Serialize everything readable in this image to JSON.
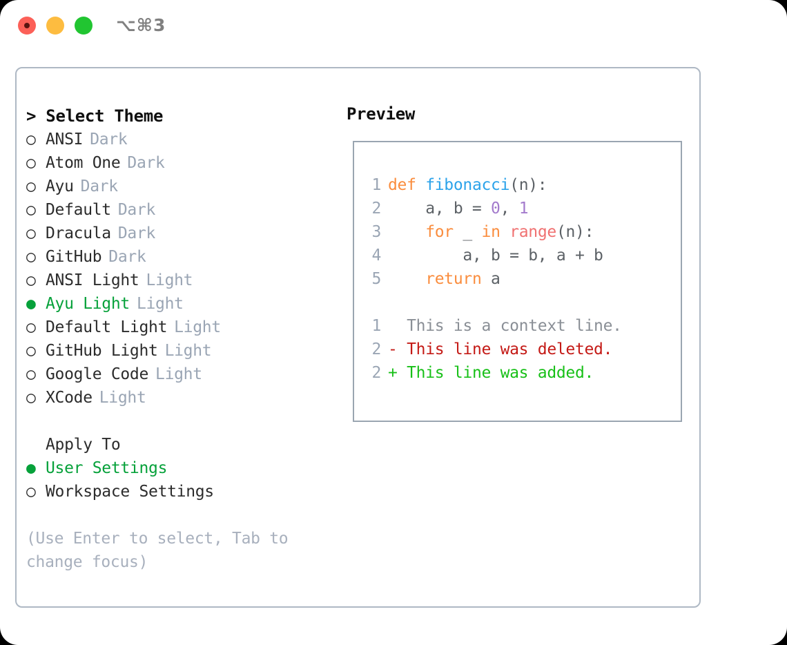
{
  "titlebar": {
    "shortcut": "⌥⌘3",
    "buttons": [
      {
        "name": "close",
        "color": "#FC6058"
      },
      {
        "name": "minimize",
        "color": "#FDBC40"
      },
      {
        "name": "maximize",
        "color": "#21C531"
      }
    ]
  },
  "theme_picker": {
    "header": "> Select Theme",
    "items": [
      {
        "marker": "○",
        "name": "ANSI",
        "tag": "Dark",
        "selected": false
      },
      {
        "marker": "○",
        "name": "Atom One",
        "tag": "Dark",
        "selected": false
      },
      {
        "marker": "○",
        "name": "Ayu",
        "tag": "Dark",
        "selected": false
      },
      {
        "marker": "○",
        "name": "Default",
        "tag": "Dark",
        "selected": false
      },
      {
        "marker": "○",
        "name": "Dracula",
        "tag": "Dark",
        "selected": false
      },
      {
        "marker": "○",
        "name": "GitHub",
        "tag": "Dark",
        "selected": false
      },
      {
        "marker": "○",
        "name": "ANSI Light",
        "tag": "Light",
        "selected": false
      },
      {
        "marker": "●",
        "name": "Ayu Light",
        "tag": "Light",
        "selected": true
      },
      {
        "marker": "○",
        "name": "Default Light",
        "tag": "Light",
        "selected": false
      },
      {
        "marker": "○",
        "name": "GitHub Light",
        "tag": "Light",
        "selected": false
      },
      {
        "marker": "○",
        "name": "Google Code",
        "tag": "Light",
        "selected": false
      },
      {
        "marker": "○",
        "name": "XCode",
        "tag": "Light",
        "selected": false
      }
    ]
  },
  "apply_to": {
    "header": "Apply To",
    "items": [
      {
        "marker": "●",
        "name": "User Settings",
        "selected": true
      },
      {
        "marker": "○",
        "name": "Workspace Settings",
        "selected": false
      }
    ]
  },
  "help_text": "(Use Enter to select, Tab to change focus)",
  "preview": {
    "title": "Preview",
    "code_lines": [
      {
        "num": "1",
        "tokens": [
          {
            "t": "def ",
            "c": "kw"
          },
          {
            "t": "fibonacci",
            "c": "fn"
          },
          {
            "t": "(n):",
            "c": "pln"
          }
        ]
      },
      {
        "num": "2",
        "tokens": [
          {
            "t": "    a, b = ",
            "c": "pln"
          },
          {
            "t": "0",
            "c": "num"
          },
          {
            "t": ", ",
            "c": "pln"
          },
          {
            "t": "1",
            "c": "num"
          }
        ]
      },
      {
        "num": "3",
        "tokens": [
          {
            "t": "    ",
            "c": "pln"
          },
          {
            "t": "for",
            "c": "kw"
          },
          {
            "t": " _ ",
            "c": "pln"
          },
          {
            "t": "in",
            "c": "kw"
          },
          {
            "t": " ",
            "c": "pln"
          },
          {
            "t": "range",
            "c": "bi"
          },
          {
            "t": "(n):",
            "c": "pln"
          }
        ]
      },
      {
        "num": "4",
        "tokens": [
          {
            "t": "        a, b = b, a + b",
            "c": "pln"
          }
        ]
      },
      {
        "num": "5",
        "tokens": [
          {
            "t": "    ",
            "c": "pln"
          },
          {
            "t": "return",
            "c": "kw"
          },
          {
            "t": " a",
            "c": "pln"
          }
        ]
      }
    ],
    "diff_lines": [
      {
        "num": "1",
        "prefix": "  ",
        "text": "This is a context line.",
        "kind": "ctx"
      },
      {
        "num": "2",
        "prefix": "- ",
        "text": "This line was deleted.",
        "kind": "del"
      },
      {
        "num": "2",
        "prefix": "+ ",
        "text": "This line was added.",
        "kind": "add"
      }
    ]
  },
  "colors": {
    "accent_green": "#06A13A",
    "muted": "#9AA5B4",
    "keyword": "#FA8D3E",
    "function": "#2CA3EA",
    "builtin": "#F07171",
    "number": "#A37ACC",
    "plain": "#5C6166",
    "diff_delete": "#C41A16",
    "diff_add": "#18C018",
    "border": "#AEB8C4"
  }
}
